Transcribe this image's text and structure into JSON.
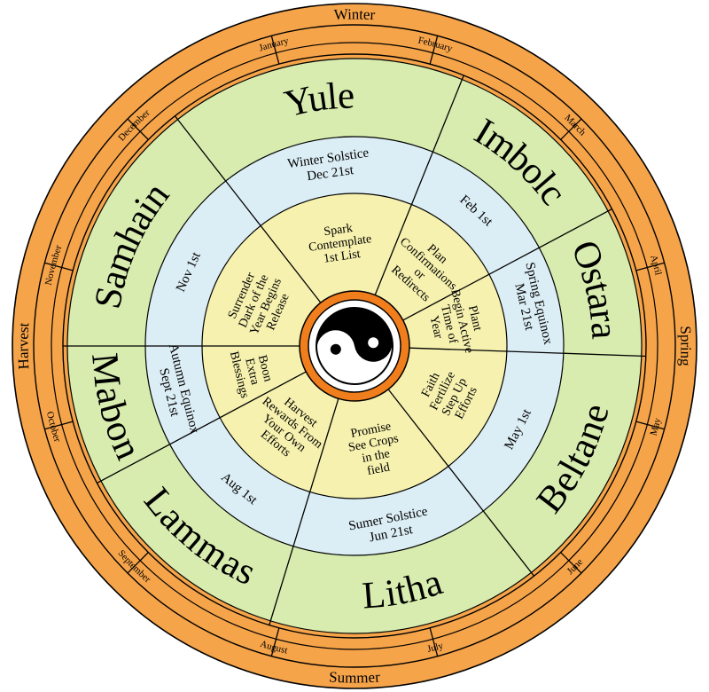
{
  "colors": {
    "outer_orange": "#F6A44A",
    "green": "#D7ECAE",
    "blue": "#DCEEF5",
    "yellow": "#F6F1AE",
    "line": "#000000",
    "center_orange": "#F07E1C"
  },
  "seasons": [
    {
      "label": "Winter"
    },
    {
      "label": "Spring"
    },
    {
      "label": "Summer"
    },
    {
      "label": "Harvest"
    }
  ],
  "months": [
    {
      "label": "January"
    },
    {
      "label": "February"
    },
    {
      "label": "March"
    },
    {
      "label": "April"
    },
    {
      "label": "May"
    },
    {
      "label": "June"
    },
    {
      "label": "July"
    },
    {
      "label": "August"
    },
    {
      "label": "September"
    },
    {
      "label": "October"
    },
    {
      "label": "November"
    },
    {
      "label": "December"
    }
  ],
  "sabbats": [
    {
      "name": "Yule",
      "date": [
        "Winter Solstice",
        "Dec 21st"
      ],
      "phase": [
        "Spark",
        "Contemplate",
        "1st List"
      ]
    },
    {
      "name": "Imbolc",
      "date": [
        "Feb 1st"
      ],
      "phase": [
        "Plan",
        "Confirmations",
        "or",
        "Redirects"
      ]
    },
    {
      "name": "Ostara",
      "date": [
        "Spring Equinox",
        "Mar 21st"
      ],
      "phase": [
        "Plant",
        "Begin Active",
        "Time of",
        "Year"
      ]
    },
    {
      "name": "Beltane",
      "date": [
        "May 1st"
      ],
      "phase": [
        "Faith",
        "Fertilize",
        "Step Up",
        "Efforts"
      ]
    },
    {
      "name": "Litha",
      "date": [
        "Sumer Solstice",
        "Jun 21st"
      ],
      "phase": [
        "Promise",
        "See Crops",
        "in the",
        "field"
      ]
    },
    {
      "name": "Lammas",
      "date": [
        "Aug 1st"
      ],
      "phase": [
        "Harvest",
        "Rewards From",
        "Your Own",
        "Efforts"
      ]
    },
    {
      "name": "Mabon",
      "date": [
        "Autumn Equinox",
        "Sept 21st"
      ],
      "phase": [
        "Boon",
        "Extra",
        "Blessings"
      ]
    },
    {
      "name": "Samhain",
      "date": [
        "Nov 1st"
      ],
      "phase": [
        "Surrender",
        "Dark of the",
        "Year Begins",
        "Release"
      ]
    }
  ],
  "center": {
    "icon": "yin-yang-icon"
  }
}
